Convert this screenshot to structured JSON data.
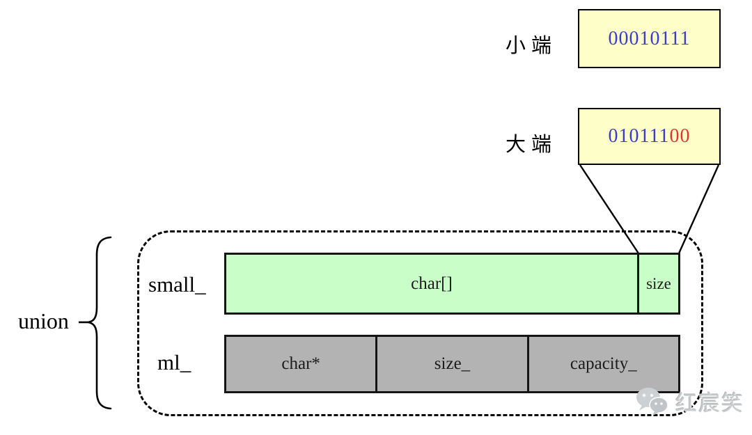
{
  "diagram": {
    "endian_boxes": {
      "little": {
        "label": "小端",
        "bits_main": "00010111",
        "bits_tail": ""
      },
      "big": {
        "label": "大端",
        "bits_main": "010111",
        "bits_tail": "00"
      }
    },
    "union_label": "union",
    "small_row": {
      "label": "small_",
      "cells": {
        "buffer": "char[]",
        "size": "size"
      }
    },
    "ml_row": {
      "label": "ml_",
      "cells": {
        "pointer": "char*",
        "size": "size_",
        "capacity": "capacity_"
      }
    },
    "watermark_text": "红宸笑",
    "colors": {
      "byte_box_fill": "#FEFEC9",
      "bits_blue": "#3B3CCE",
      "bits_red": "#DC3732",
      "small_bar_fill": "#C9FEC9",
      "ml_bar_fill": "#B3B3B3",
      "line_color": "#000000"
    }
  }
}
